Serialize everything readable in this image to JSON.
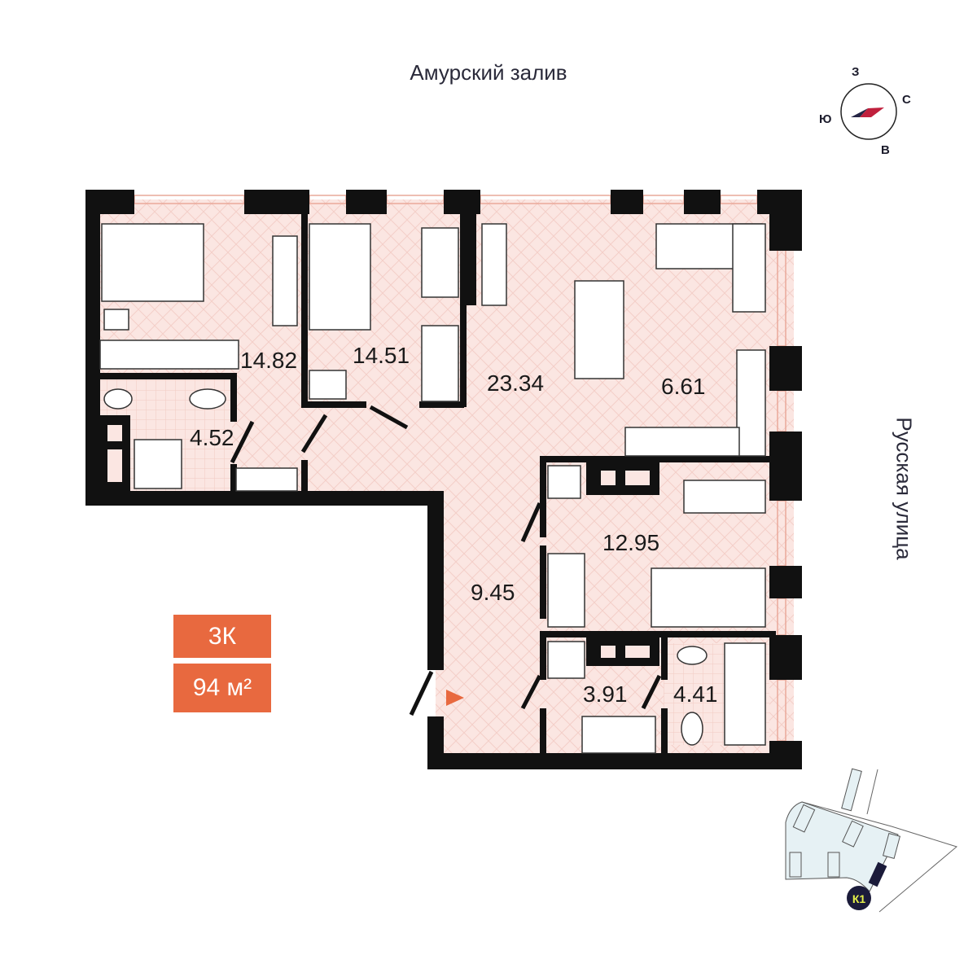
{
  "streets": {
    "top": "Амурский залив",
    "right": "Русская улица"
  },
  "compass": {
    "north": "С",
    "south": "Ю",
    "west": "З",
    "east": "В"
  },
  "apartment": {
    "type": "3К",
    "area": "94 м²"
  },
  "rooms": [
    {
      "name": "bedroom-1",
      "area": "14.82"
    },
    {
      "name": "bedroom-2",
      "area": "14.51"
    },
    {
      "name": "living-room",
      "area": "23.34"
    },
    {
      "name": "kitchen",
      "area": "6.61"
    },
    {
      "name": "bathroom-1",
      "area": "4.52"
    },
    {
      "name": "bedroom-3",
      "area": "12.95"
    },
    {
      "name": "hallway",
      "area": "9.45"
    },
    {
      "name": "wardrobe",
      "area": "3.91"
    },
    {
      "name": "bathroom-2",
      "area": "4.41"
    }
  ],
  "site_plan": {
    "building_label": "К1"
  },
  "colors": {
    "floor": "#fbe6e2",
    "wall": "#111111",
    "accent": "#e8693f",
    "site": "#e6f1f4",
    "marker": "#1b1b3a",
    "marker_text": "#e5f04a"
  }
}
